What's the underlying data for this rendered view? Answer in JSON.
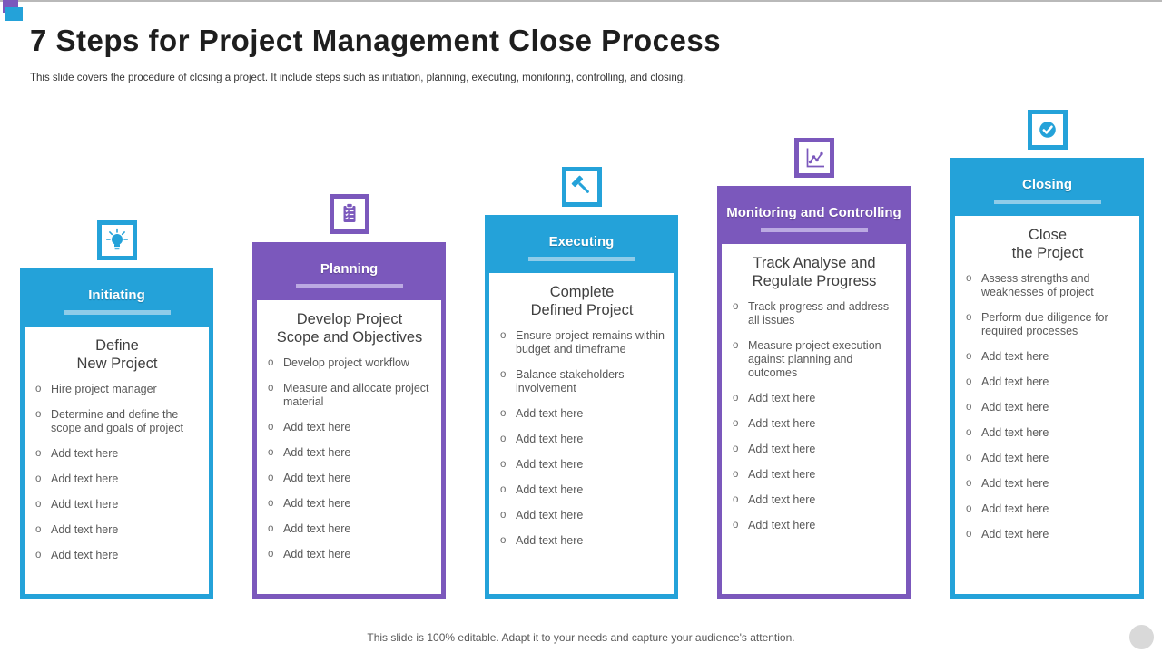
{
  "page": {
    "title": "7 Steps for Project Management Close Process",
    "subtitle": "This slide covers the procedure of closing a project. It include steps such as initiation, planning, executing, monitoring, controlling, and closing.",
    "footer": "This slide is 100% editable. Adapt it to your needs and capture your audience's attention."
  },
  "colors": {
    "blue": "#24a2d9",
    "blue_light": "#8fcce9",
    "purple": "#7b58bc",
    "purple_light": "#bba9e2",
    "body_text": "#595959",
    "heading_text": "#3f3f3f"
  },
  "columns": [
    {
      "label": "Initiating",
      "theme": "blue",
      "icon": "lightbulb-icon",
      "heading": "Define\nNew Project",
      "bullets": [
        "Hire project manager",
        "Determine and define the scope and goals of project",
        "Add text here",
        "Add text here",
        "Add text here",
        "Add text here",
        "Add text here"
      ]
    },
    {
      "label": "Planning",
      "theme": "purple",
      "icon": "clipboard-icon",
      "heading": "Develop Project\nScope and Objectives",
      "bullets": [
        "Develop project workflow",
        "Measure and allocate project material",
        "Add text here",
        "Add text here",
        "Add text here",
        "Add text here",
        "Add text here",
        "Add text here"
      ]
    },
    {
      "label": "Executing",
      "theme": "blue",
      "icon": "hammer-icon",
      "heading": "Complete\nDefined Project",
      "bullets": [
        "Ensure project remains within budget and timeframe",
        "Balance stakeholders involvement",
        "Add text here",
        "Add text here",
        "Add text here",
        "Add text here",
        "Add text here",
        "Add text here"
      ]
    },
    {
      "label": "Monitoring and Controlling",
      "theme": "purple",
      "icon": "line-chart-icon",
      "heading": "Track Analyse and\nRegulate Progress",
      "bullets": [
        "Track progress and address all issues",
        "Measure project execution against planning and outcomes",
        "Add text here",
        "Add text here",
        "Add text here",
        "Add text here",
        "Add text here",
        "Add text here"
      ]
    },
    {
      "label": "Closing",
      "theme": "blue",
      "icon": "check-circle-icon",
      "heading": "Close\nthe Project",
      "bullets": [
        "Assess strengths and weaknesses of project",
        "Perform due diligence for required processes",
        "Add text here",
        "Add text here",
        "Add text here",
        "Add text here",
        "Add text here",
        "Add text here",
        "Add text here",
        "Add text here"
      ]
    }
  ]
}
